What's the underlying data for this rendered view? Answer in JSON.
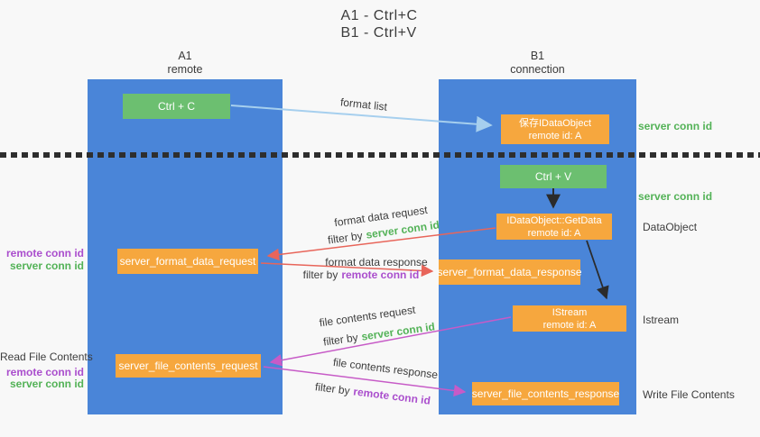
{
  "title": {
    "line1": "A1 - Ctrl+C",
    "line2": "B1 - Ctrl+V"
  },
  "lifelines": {
    "a1": {
      "name": "A1",
      "role": "remote"
    },
    "b1": {
      "name": "B1",
      "role": "connection"
    }
  },
  "boxes": {
    "ctrl_c": "Ctrl + C",
    "ctrl_v": "Ctrl + V",
    "save_idataobject": {
      "title": "保存IDataObject",
      "subtitle": "remote id: A"
    },
    "getdata": {
      "title": "IDataObject::GetData",
      "subtitle": "remote id: A"
    },
    "istream": {
      "title": "IStream",
      "subtitle": "remote id: A"
    },
    "format_request": "server_format_data_request",
    "format_response": "server_format_data_response",
    "file_request": "server_file_contents_request",
    "file_response": "server_file_contents_response"
  },
  "flow_labels": {
    "format_list": "format list",
    "format_data_request": "format data request",
    "format_data_response": "format data response",
    "file_contents_request": "file contents request",
    "file_contents_response": "file contents response",
    "filter_by": "filter by",
    "server_conn_id": "server conn id",
    "remote_conn_id": "remote conn id"
  },
  "side_labels": {
    "right_top_server_conn_id": "server conn id",
    "right_mid_server_conn_id": "server conn id",
    "dataobject": "DataObject",
    "istream": "Istream",
    "write_file_contents": "Write File Contents",
    "left_remote_conn_id": "remote conn id",
    "left_server_conn_id": "server conn id",
    "read_file_contents": "Read File Contents",
    "read_remote_conn_id": "remote conn id",
    "read_server_conn_id": "server conn id"
  },
  "colors": {
    "lifeline_blue": "#4a85d8",
    "action_green": "#6cbf70",
    "message_orange": "#f6a73e",
    "request_red": "#e8655a",
    "response_magenta": "#c75bc7",
    "format_list_blue": "#a6cfee",
    "black_arrow": "#2b2b2b",
    "conn_id_green": "#53b257",
    "conn_id_purple": "#aa4ecd"
  }
}
